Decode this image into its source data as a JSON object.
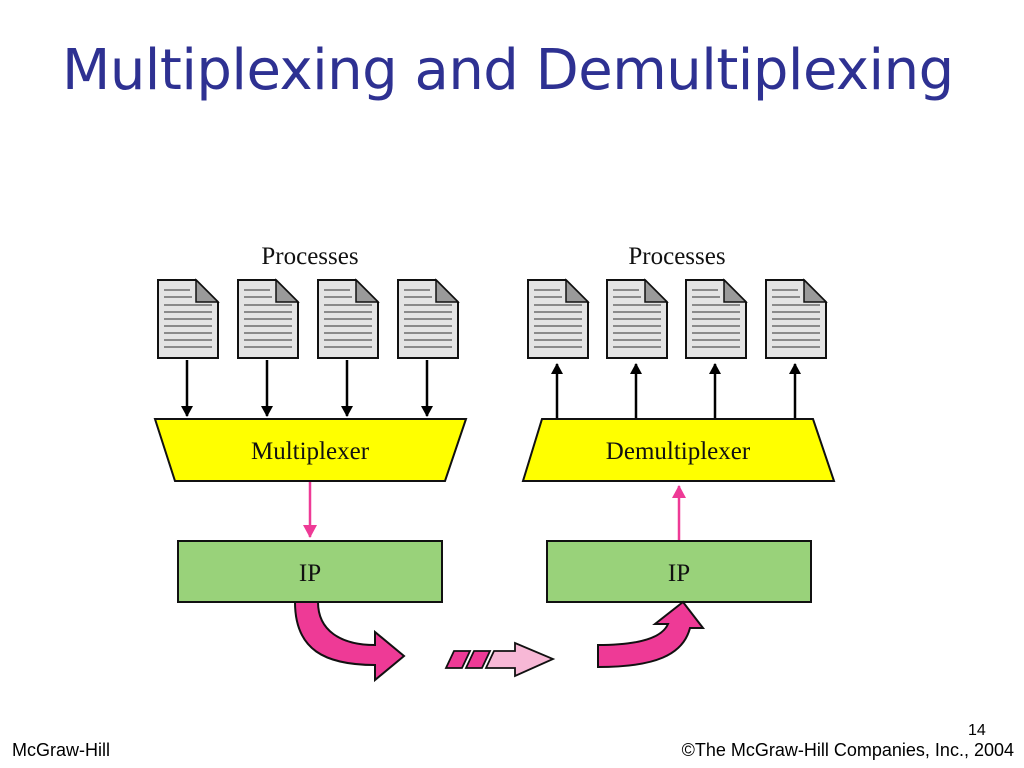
{
  "slide": {
    "title": "Multiplexing and Demultiplexing",
    "page_number": "14"
  },
  "footer": {
    "left": "McGraw-Hill",
    "right": "©The McGraw-Hill Companies, Inc., 2004"
  },
  "diagram": {
    "sender": {
      "processes_label": "Processes",
      "process_count": 4,
      "mux_label": "Multiplexer",
      "ip_label": "IP"
    },
    "receiver": {
      "processes_label": "Processes",
      "process_count": 4,
      "demux_label": "Demultiplexer",
      "ip_label": "IP"
    },
    "colors": {
      "title": "#2E3192",
      "mux_fill": "#FFFF00",
      "ip_fill": "#99D27A",
      "pink_arrow": "#EE3A96",
      "light_pink": "#F7B8D6",
      "doc_fill": "#E4E4E4"
    },
    "icons": [
      "document-icon",
      "down-arrow-icon",
      "up-arrow-icon",
      "curved-arrow-icon",
      "packet-icon"
    ]
  }
}
